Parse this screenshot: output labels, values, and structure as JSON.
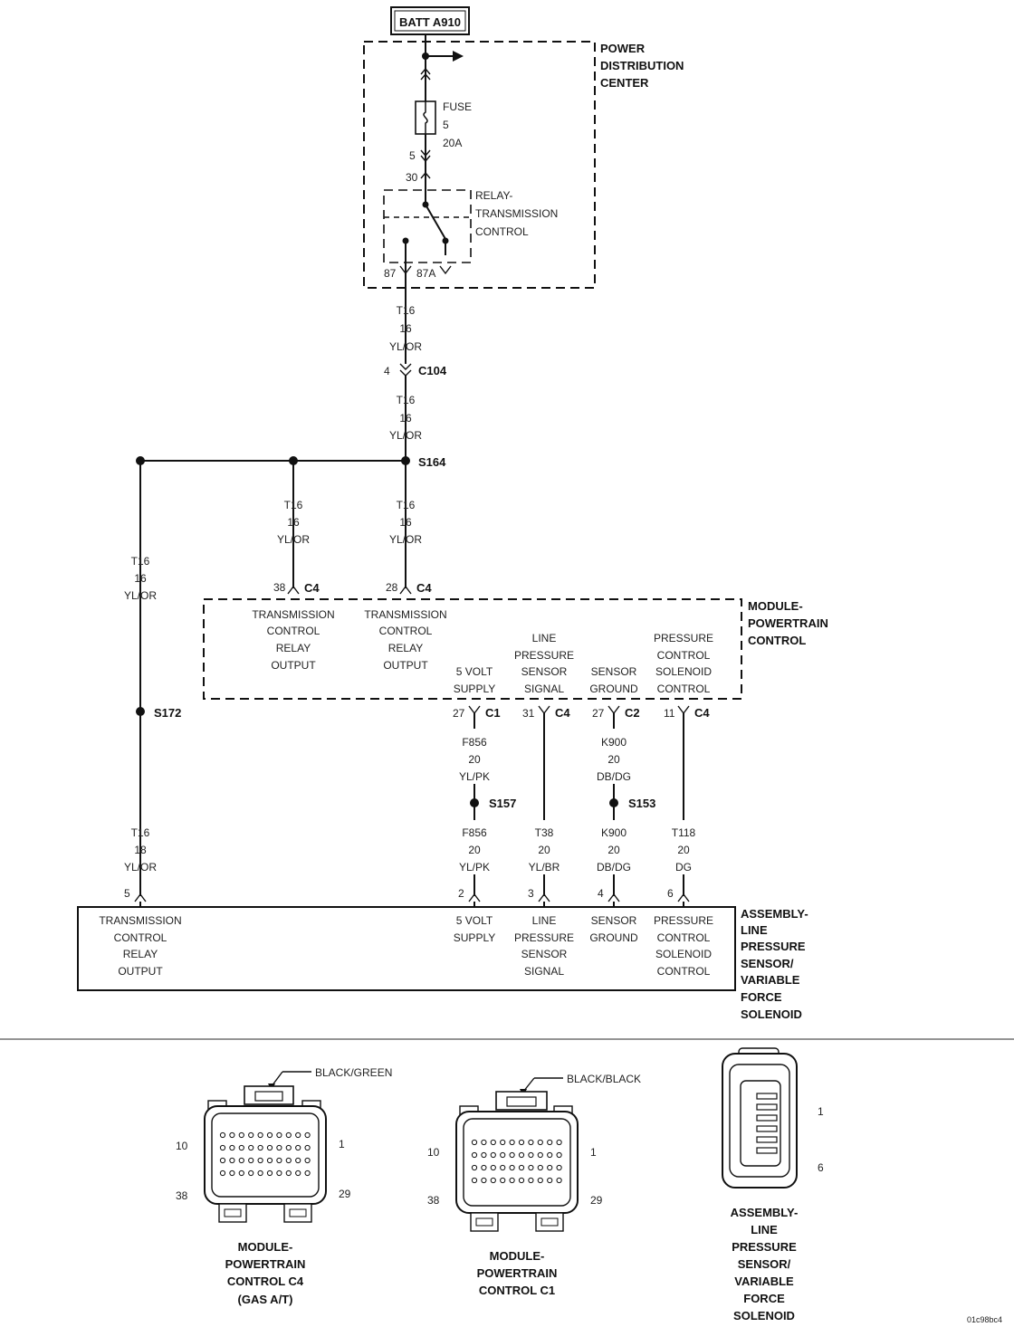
{
  "battery": {
    "label": "BATT A910"
  },
  "pdc": {
    "title": [
      "POWER",
      "DISTRIBUTION",
      "CENTER"
    ],
    "fuse": [
      "FUSE",
      "5",
      "20A"
    ],
    "fuse_pin": "5",
    "relay_pin_in": "30",
    "relay": [
      "RELAY-",
      "TRANSMISSION",
      "CONTROL"
    ],
    "relay_pin_87": "87",
    "relay_pin_87a": "87A"
  },
  "wires": {
    "pdc_to_c104": [
      "T16",
      "16",
      "YL/OR"
    ],
    "c104_to_s164": [
      "T16",
      "16",
      "YL/OR"
    ],
    "s164_to_c4_38": [
      "T16",
      "16",
      "YL/OR"
    ],
    "s164_to_c4_28": [
      "T16",
      "16",
      "YL/OR"
    ],
    "left_upper": [
      "T16",
      "16",
      "YL/OR"
    ],
    "left_lower": [
      "T16",
      "18",
      "YL/OR"
    ],
    "supply_upper": [
      "F856",
      "20",
      "YL/PK"
    ],
    "supply_lower": [
      "F856",
      "20",
      "YL/PK"
    ],
    "line_pressure": [
      "T38",
      "20",
      "YL/BR"
    ],
    "ground_upper": [
      "K900",
      "20",
      "DB/DG"
    ],
    "ground_lower": [
      "K900",
      "20",
      "DB/DG"
    ],
    "pressure_ctrl": [
      "T118",
      "20",
      "DG"
    ]
  },
  "connectors": {
    "c104_pin": "4",
    "c104": "C104",
    "pcm_pin_38": "38",
    "pcm_c4_a": "C4",
    "pcm_pin_28": "28",
    "pcm_c4_b": "C4",
    "pcm_pin_27a": "27",
    "pcm_c1": "C1",
    "pcm_pin_31": "31",
    "pcm_c4_c": "C4",
    "pcm_pin_27b": "27",
    "pcm_c2": "C2",
    "pcm_pin_11": "11",
    "pcm_c4_d": "C4",
    "asm_pin_5": "5",
    "asm_pin_2": "2",
    "asm_pin_3": "3",
    "asm_pin_4": "4",
    "asm_pin_6": "6"
  },
  "splices": {
    "s164": "S164",
    "s172": "S172",
    "s157": "S157",
    "s153": "S153"
  },
  "pcm": {
    "title": [
      "MODULE-",
      "POWERTRAIN",
      "CONTROL"
    ],
    "tcr_out_a": [
      "TRANSMISSION",
      "CONTROL",
      "RELAY",
      "OUTPUT"
    ],
    "tcr_out_b": [
      "TRANSMISSION",
      "CONTROL",
      "RELAY",
      "OUTPUT"
    ],
    "supply": [
      "5 VOLT",
      "SUPPLY"
    ],
    "line": [
      "LINE",
      "PRESSURE",
      "SENSOR",
      "SIGNAL"
    ],
    "ground": [
      "SENSOR",
      "GROUND"
    ],
    "pressure": [
      "PRESSURE",
      "CONTROL",
      "SOLENOID",
      "CONTROL"
    ]
  },
  "assembly": {
    "title": [
      "ASSEMBLY-",
      "LINE",
      "PRESSURE",
      "SENSOR/",
      "VARIABLE",
      "FORCE",
      "SOLENOID"
    ],
    "tcr_out": [
      "TRANSMISSION",
      "CONTROL",
      "RELAY",
      "OUTPUT"
    ],
    "supply": [
      "5 VOLT",
      "SUPPLY"
    ],
    "line": [
      "LINE",
      "PRESSURE",
      "SENSOR",
      "SIGNAL"
    ],
    "ground": [
      "SENSOR",
      "GROUND"
    ],
    "pressure": [
      "PRESSURE",
      "CONTROL",
      "SOLENOID",
      "CONTROL"
    ]
  },
  "connector_views": {
    "c4": {
      "color": "BLACK/GREEN",
      "pins": [
        "10",
        "1",
        "38",
        "29"
      ],
      "title": [
        "MODULE-",
        "POWERTRAIN",
        "CONTROL C4",
        "(GAS A/T)"
      ]
    },
    "c1": {
      "color": "BLACK/BLACK",
      "pins": [
        "10",
        "1",
        "38",
        "29"
      ],
      "title": [
        "MODULE-",
        "POWERTRAIN",
        "CONTROL C1"
      ]
    },
    "asm": {
      "pins": [
        "1",
        "6"
      ],
      "title": [
        "ASSEMBLY-",
        "LINE",
        "PRESSURE",
        "SENSOR/",
        "VARIABLE",
        "FORCE",
        "SOLENOID"
      ]
    }
  },
  "figure_id": "01c98bc4"
}
